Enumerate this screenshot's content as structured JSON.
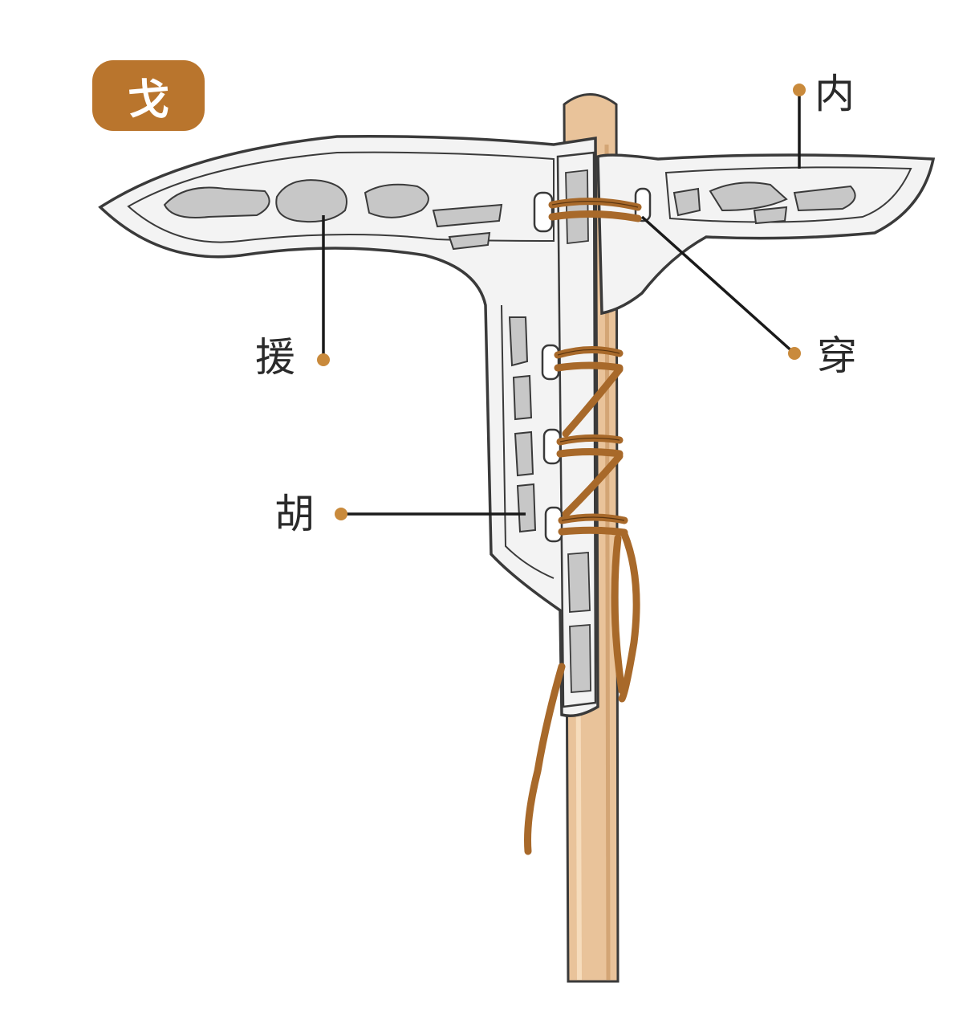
{
  "title": "戈",
  "labels": {
    "nei": "内",
    "yuan": "援",
    "chuan": "穿",
    "hu": "胡"
  },
  "colors": {
    "accent": "#b9752d",
    "leader_dot": "#c98a3c",
    "shaft": "#e9c39a",
    "rope": "#a8692a",
    "blade": "#f3f3f3",
    "pattern": "#c7c7c7",
    "outline": "#3a3a3a"
  }
}
